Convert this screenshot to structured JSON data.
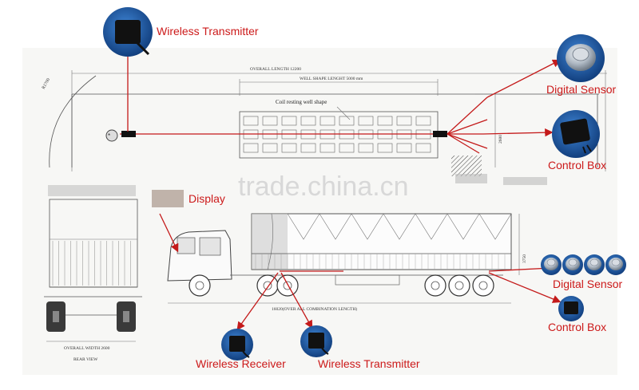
{
  "labels": {
    "wireless_transmitter_top": "Wireless Transmitter",
    "digital_sensor_top": "Digital Sensor",
    "control_box_top": "Control Box",
    "display": "Display",
    "digital_sensor_bottom": "Digital Sensor",
    "control_box_bottom": "Control Box",
    "wireless_receiver": "Wireless Receiver",
    "wireless_transmitter_bottom": "Wireless Transmitter"
  },
  "drawing": {
    "overall_length": "OVERALL LENGTH 12200",
    "well_shape_length": "WELL SHAPE LENGHT 5000 mm",
    "coil_resting": "Coil resting well shape",
    "radius": "R1700",
    "height_top": "2600",
    "height_side": "3750",
    "combination_length": "16020(OVER ALL COMBINATION LENGTH)",
    "overall_width": "OVERALL WIDTH 2600",
    "rear_view": "REAR VIEW"
  },
  "watermark": "trade.china.cn",
  "colors": {
    "accent": "#cc1a1a",
    "device_blue": "#1e5aa8",
    "device_black": "#111111",
    "sensor_silver": "#a9b3bd"
  }
}
